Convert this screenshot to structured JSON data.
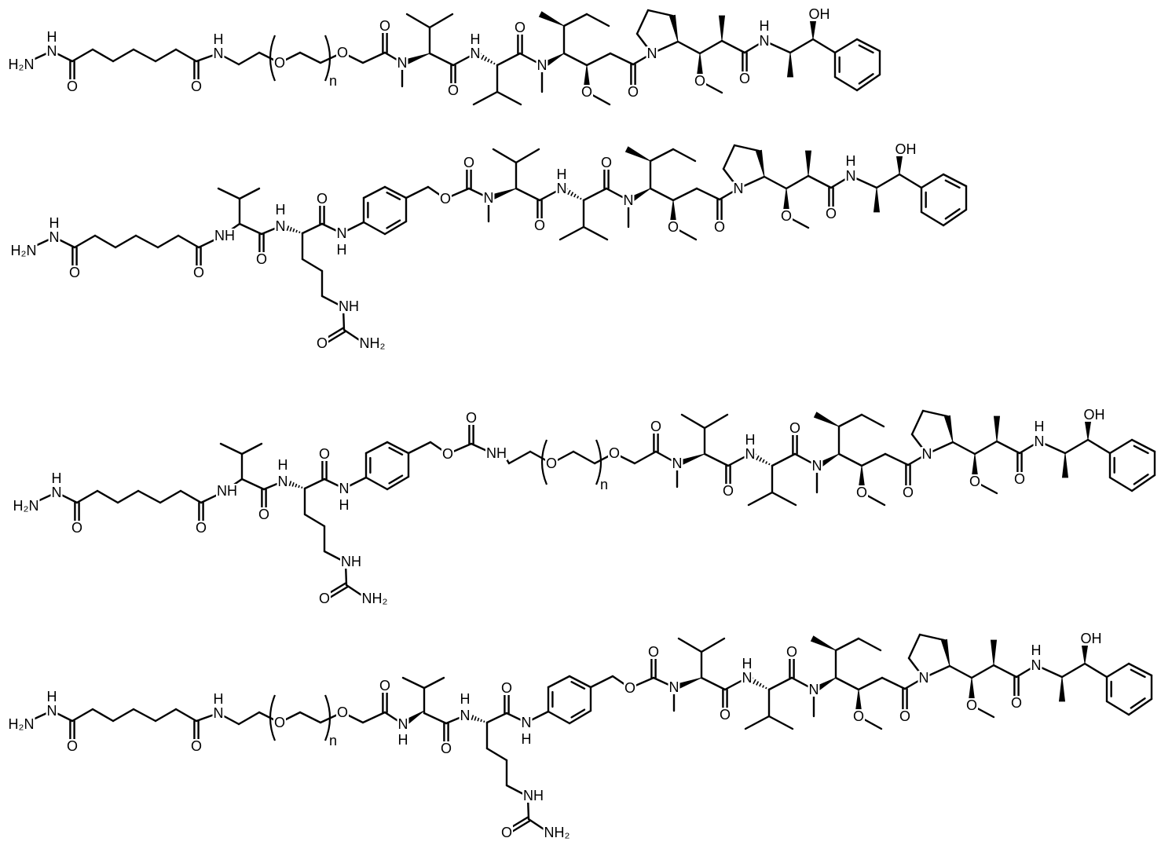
{
  "symbols": {
    "H2N": "H₂N",
    "N": "N",
    "H": "H",
    "NH": "NH",
    "O": "O",
    "OH": "OH",
    "NH2": "NH₂",
    "n": "n"
  },
  "colors": {
    "ink": "#000000",
    "background": "#ffffff"
  }
}
